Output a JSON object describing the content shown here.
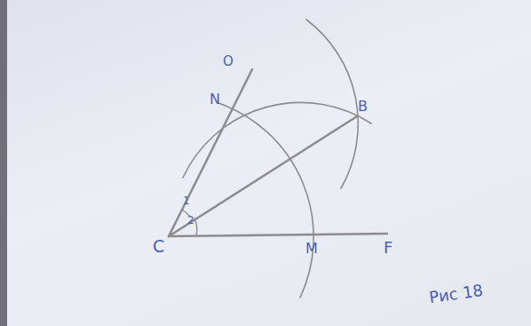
{
  "diagram": {
    "labels": [
      "O",
      "N",
      "B",
      "1",
      "2",
      "C",
      "M",
      "F",
      "Рис 18"
    ]
  }
}
